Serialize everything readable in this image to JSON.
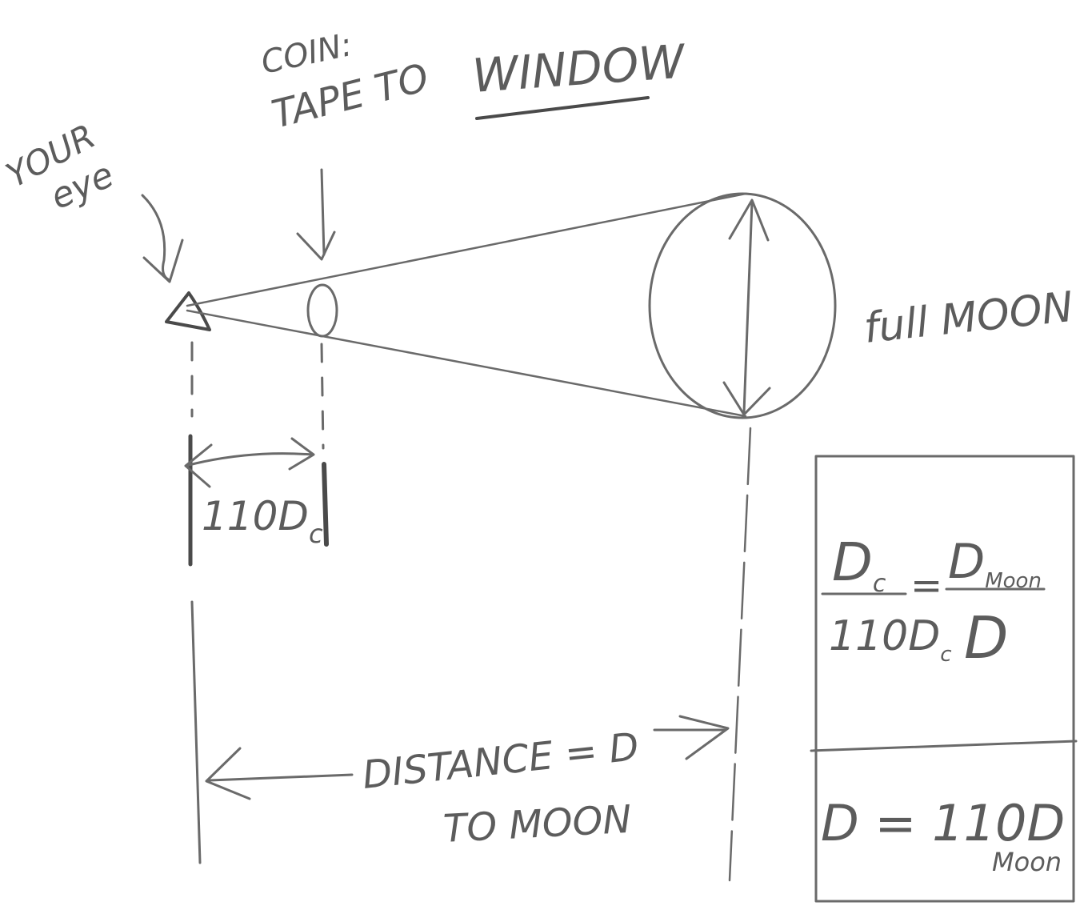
{
  "labels": {
    "coin": "COIN:",
    "tape_prefix": "TAPE TO",
    "window": "WINDOW",
    "your": "YOUR",
    "eye": "eye",
    "full_moon": "full MOON",
    "coin_distance": "110D",
    "coin_distance_sub": "c",
    "distance_line1": "DISTANCE = D",
    "distance_line2": "TO MOON"
  },
  "formula": {
    "num_left": "D",
    "num_left_sub": "c",
    "den_left": "110D",
    "den_left_sub": "c",
    "equals": "=",
    "num_right": "D",
    "num_right_sub": "Moon",
    "den_right": "D",
    "result_main": "D = 110D",
    "result_sub": "Moon"
  }
}
